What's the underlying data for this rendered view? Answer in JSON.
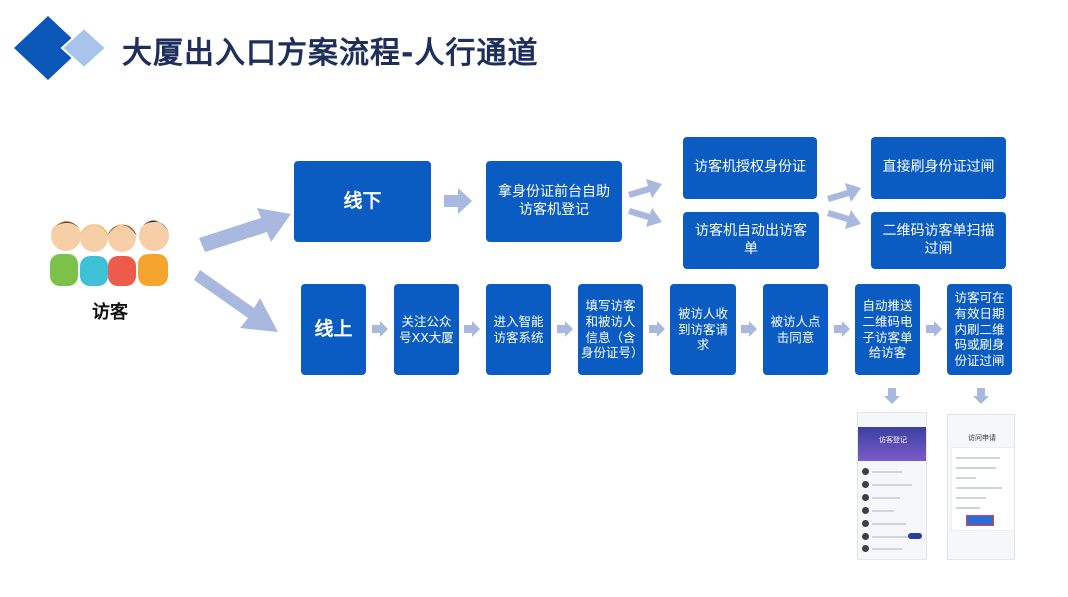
{
  "title": "大厦出入口方案流程-人行通道",
  "visitor_label": "访客",
  "offline": {
    "label": "线下",
    "step1": "拿身份证前台自助访客机登记",
    "branch_a": "访客机授权身份证",
    "branch_b": "访客机自动出访客单",
    "result_a": "直接刷身份证过闸",
    "result_b": "二维码访客单扫描过闸"
  },
  "online": {
    "label": "线上",
    "steps": [
      "关注公众号XX大厦",
      "进入智能访客系统",
      "填写访客和被访人信息（含身份证号）",
      "被访人收到访客请求",
      "被访人点击同意",
      "自动推送二维码电子访客单给访客",
      "访客可在有效日期内刷二维码或刷身份证过闸"
    ]
  },
  "phone_left": {
    "header": "访客登记"
  },
  "phone_right": {
    "header": "访问申请"
  },
  "colors": {
    "box": "#0b5cc2",
    "arrow": "#a9b8de",
    "title": "#1f2f5c",
    "diamond_dark": "#0a57b8",
    "diamond_light": "#a8c4ec"
  }
}
